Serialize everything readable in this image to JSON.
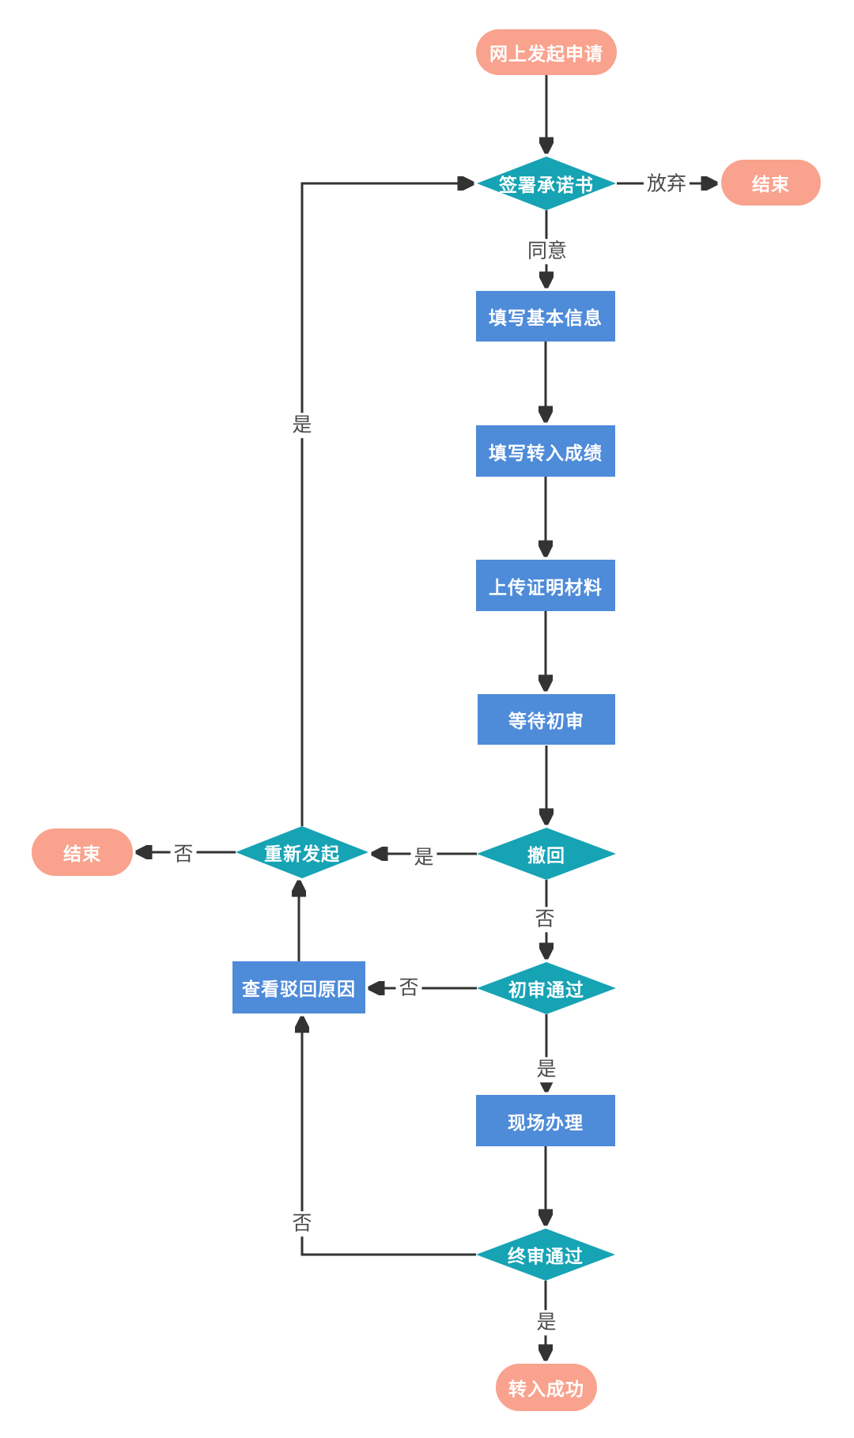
{
  "diagram": {
    "type": "flowchart",
    "title": "online transfer application approval process",
    "colors": {
      "terminator": "#f9a28d",
      "decision": "#16a3b4",
      "process": "#4e8bd9",
      "line": "#333333",
      "node_text": "#ffffff",
      "label_text": "#4a4a4a",
      "background": "#ffffff"
    },
    "nodes": {
      "start": {
        "label": "网上发起申请",
        "shape": "terminator"
      },
      "sign": {
        "label": "签署承诺书",
        "shape": "decision"
      },
      "end_top": {
        "label": "结束",
        "shape": "terminator"
      },
      "fill_basic": {
        "label": "填写基本信息",
        "shape": "process"
      },
      "fill_score": {
        "label": "填写转入成绩",
        "shape": "process"
      },
      "upload": {
        "label": "上传证明材料",
        "shape": "process"
      },
      "wait_review": {
        "label": "等待初审",
        "shape": "process"
      },
      "withdraw": {
        "label": "撤回",
        "shape": "decision"
      },
      "restart": {
        "label": "重新发起",
        "shape": "decision"
      },
      "end_left": {
        "label": "结束",
        "shape": "terminator"
      },
      "first_pass": {
        "label": "初审通过",
        "shape": "decision"
      },
      "view_reason": {
        "label": "查看驳回原因",
        "shape": "process"
      },
      "onsite": {
        "label": "现场办理",
        "shape": "process"
      },
      "final_pass": {
        "label": "终审通过",
        "shape": "decision"
      },
      "success": {
        "label": "转入成功",
        "shape": "terminator"
      }
    },
    "edges": [
      {
        "from": "start",
        "to": "sign",
        "label": ""
      },
      {
        "from": "sign",
        "to": "end_top",
        "label": "放弃"
      },
      {
        "from": "sign",
        "to": "fill_basic",
        "label": "同意"
      },
      {
        "from": "fill_basic",
        "to": "fill_score",
        "label": ""
      },
      {
        "from": "fill_score",
        "to": "upload",
        "label": ""
      },
      {
        "from": "upload",
        "to": "wait_review",
        "label": ""
      },
      {
        "from": "wait_review",
        "to": "withdraw",
        "label": ""
      },
      {
        "from": "withdraw",
        "to": "restart",
        "label": "是"
      },
      {
        "from": "withdraw",
        "to": "first_pass",
        "label": "否"
      },
      {
        "from": "restart",
        "to": "end_left",
        "label": "否"
      },
      {
        "from": "restart",
        "to": "sign",
        "label": "是"
      },
      {
        "from": "first_pass",
        "to": "view_reason",
        "label": "否"
      },
      {
        "from": "first_pass",
        "to": "onsite",
        "label": "是"
      },
      {
        "from": "view_reason",
        "to": "restart",
        "label": ""
      },
      {
        "from": "onsite",
        "to": "final_pass",
        "label": ""
      },
      {
        "from": "final_pass",
        "to": "success",
        "label": "是"
      },
      {
        "from": "final_pass",
        "to": "view_reason",
        "label": "否"
      }
    ]
  }
}
